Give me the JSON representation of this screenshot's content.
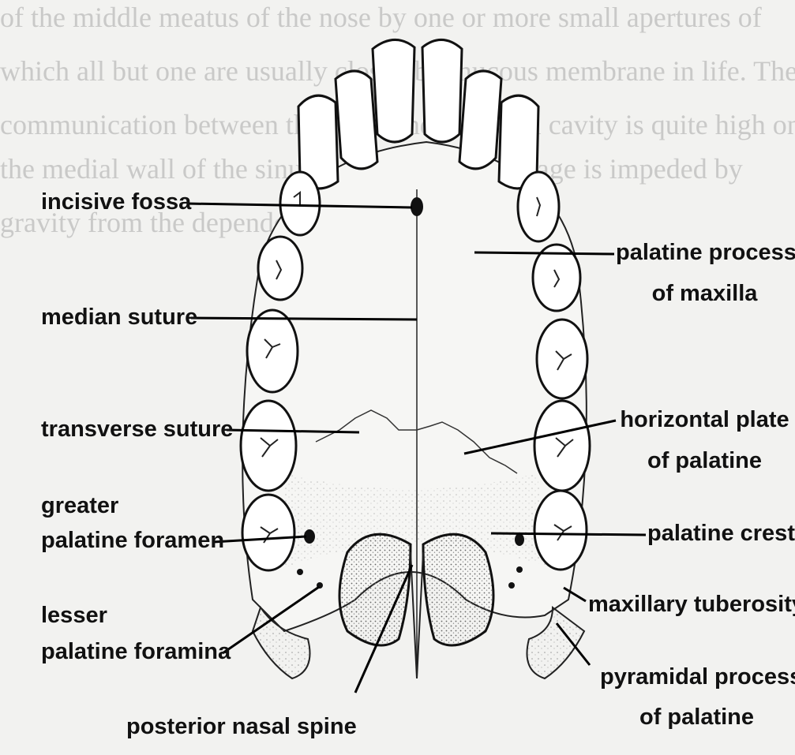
{
  "background_text": [
    "of the middle meatus of the nose by one or more small apertures of",
    "which all but one are usually closed by mucous membrane in life. The",
    "communication between the sinus and the nasal cavity is quite high on",
    "the medial wall of the sinus and therefore drainage is impeded by",
    "gravity from the dependent portion of the sinus."
  ],
  "labels": {
    "incisive_fossa": "incisive fossa",
    "median_suture": "median suture",
    "transverse_suture": "transverse suture",
    "greater_1": "greater",
    "greater_2": "palatine foramen",
    "lesser_1": "lesser",
    "lesser_2": "palatine foramina",
    "posterior_nasal_spine": "posterior nasal spine",
    "palatine_process_1": "palatine process",
    "palatine_process_2": "of maxilla",
    "horizontal_plate_1": "horizontal plate",
    "horizontal_plate_2": "of palatine",
    "palatine_crest": "palatine crest",
    "maxillary_tuberosity": "maxillary tuberosity",
    "pyramidal_1": "pyramidal process",
    "pyramidal_2": "of palatine"
  }
}
